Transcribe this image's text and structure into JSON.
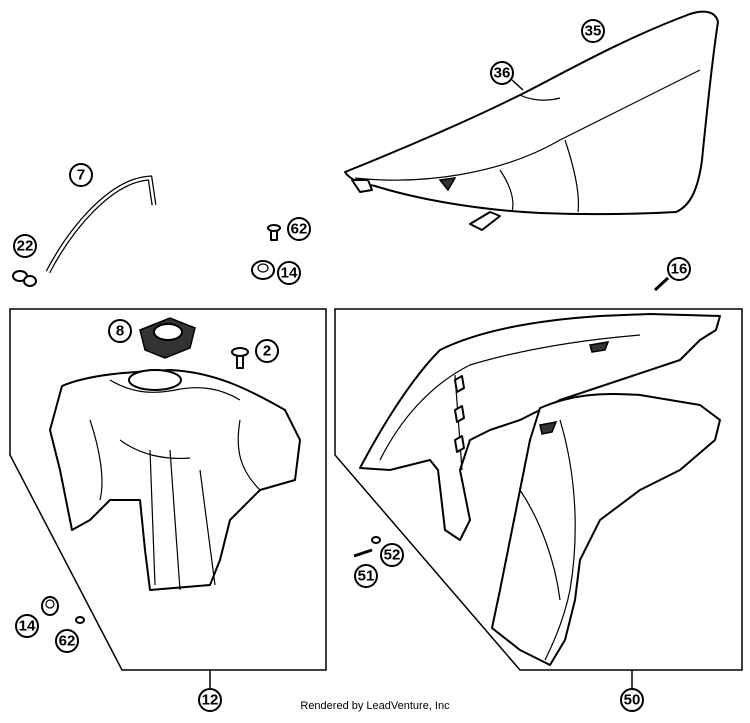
{
  "diagram": {
    "callouts": [
      {
        "id": "c35",
        "label": "35"
      },
      {
        "id": "c36",
        "label": "36"
      },
      {
        "id": "c7",
        "label": "7"
      },
      {
        "id": "c22",
        "label": "22"
      },
      {
        "id": "c62a",
        "label": "62"
      },
      {
        "id": "c14a",
        "label": "14"
      },
      {
        "id": "c16",
        "label": "16"
      },
      {
        "id": "c8",
        "label": "8"
      },
      {
        "id": "c2",
        "label": "2"
      },
      {
        "id": "c14b",
        "label": "14"
      },
      {
        "id": "c62b",
        "label": "62"
      },
      {
        "id": "c12",
        "label": "12"
      },
      {
        "id": "c52",
        "label": "52"
      },
      {
        "id": "c51",
        "label": "51"
      },
      {
        "id": "c50",
        "label": "50"
      }
    ],
    "credit": "Rendered by LeadVenture, Inc"
  }
}
